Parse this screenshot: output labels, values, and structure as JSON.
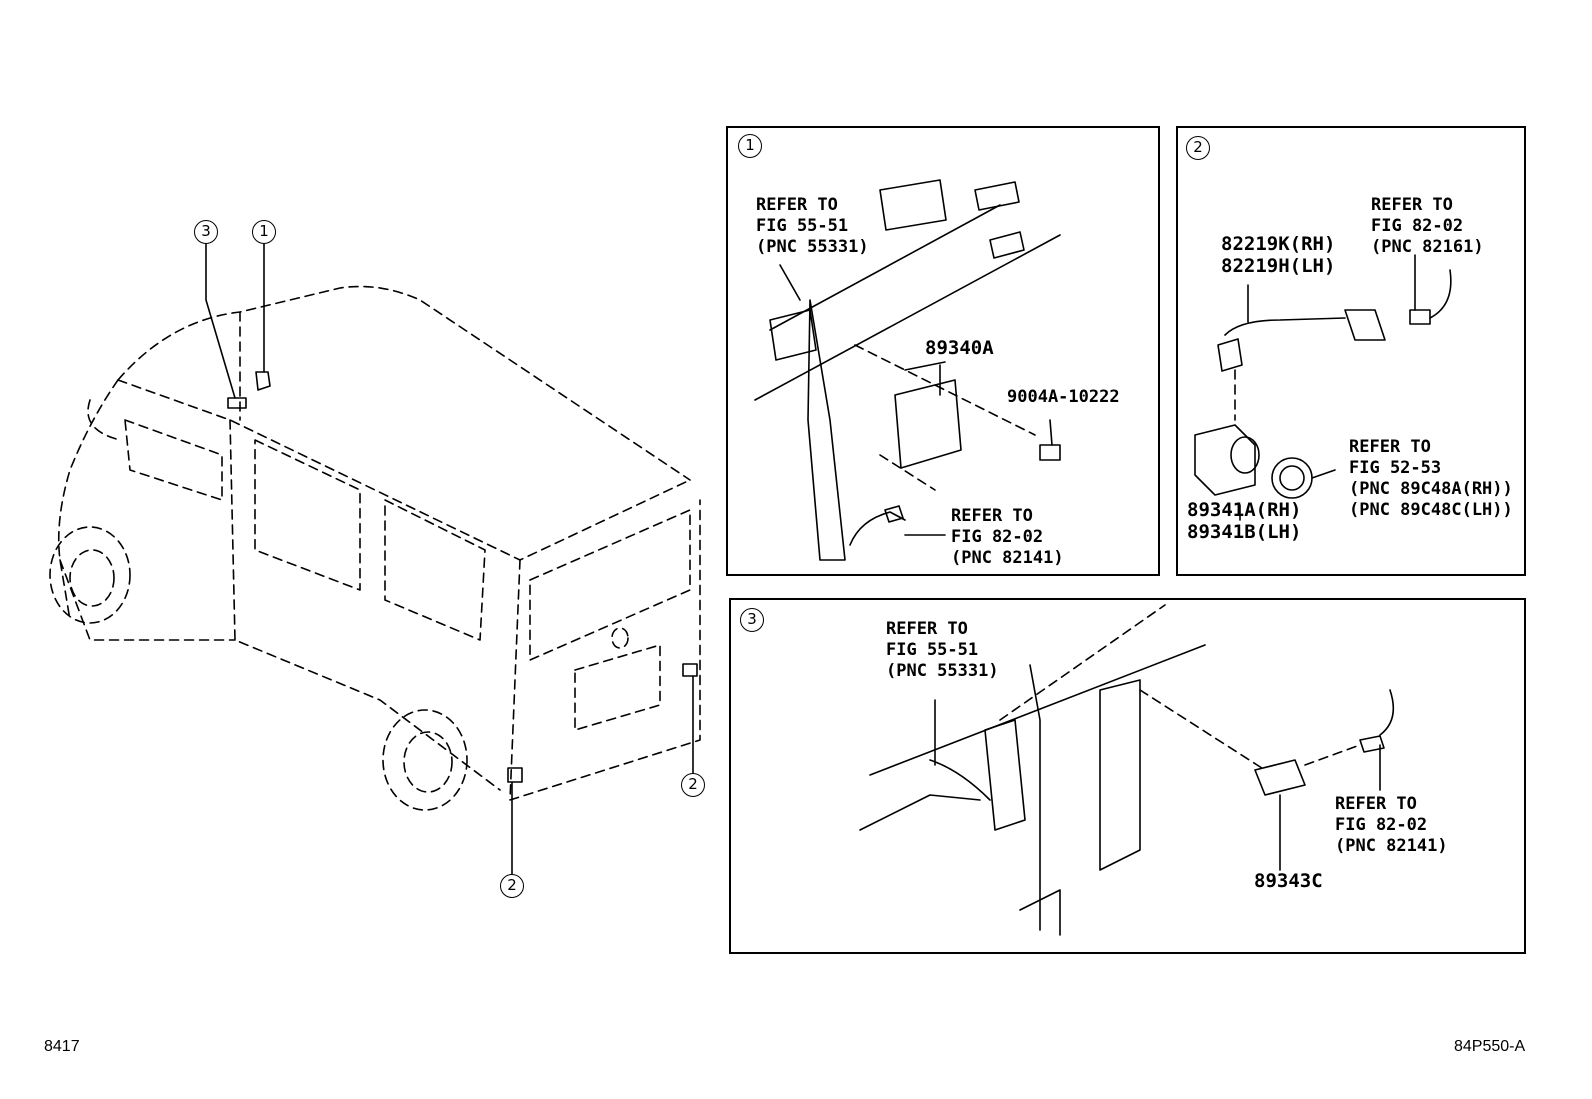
{
  "callouts": {
    "c1": "1",
    "c2": "2",
    "c3": "3"
  },
  "panel1": {
    "ref_fig55": [
      "REFER TO",
      "FIG 55-51",
      "(PNC 55331)"
    ],
    "part_89340a": "89340A",
    "part_9004a": "9004A-10222",
    "ref_fig82": [
      "REFER TO",
      "FIG 82-02",
      "(PNC 82141)"
    ]
  },
  "panel2": {
    "ref_fig82": [
      "REFER TO",
      "FIG 82-02",
      "(PNC 82161)"
    ],
    "part_82219": [
      "82219K(RH)",
      "82219H(LH)"
    ],
    "ref_fig52": [
      "REFER TO",
      "FIG 52-53",
      "(PNC 89C48A(RH))",
      "(PNC 89C48C(LH))"
    ],
    "part_89341": [
      "89341A(RH)",
      "89341B(LH)"
    ]
  },
  "panel3": {
    "ref_fig55": [
      "REFER TO",
      "FIG 55-51",
      "(PNC 55331)"
    ],
    "ref_fig82": [
      "REFER TO",
      "FIG 82-02",
      "(PNC 82141)"
    ],
    "part_89343c": "89343C"
  },
  "footer": {
    "left_code": "8417",
    "right_code": "84P550-A"
  }
}
